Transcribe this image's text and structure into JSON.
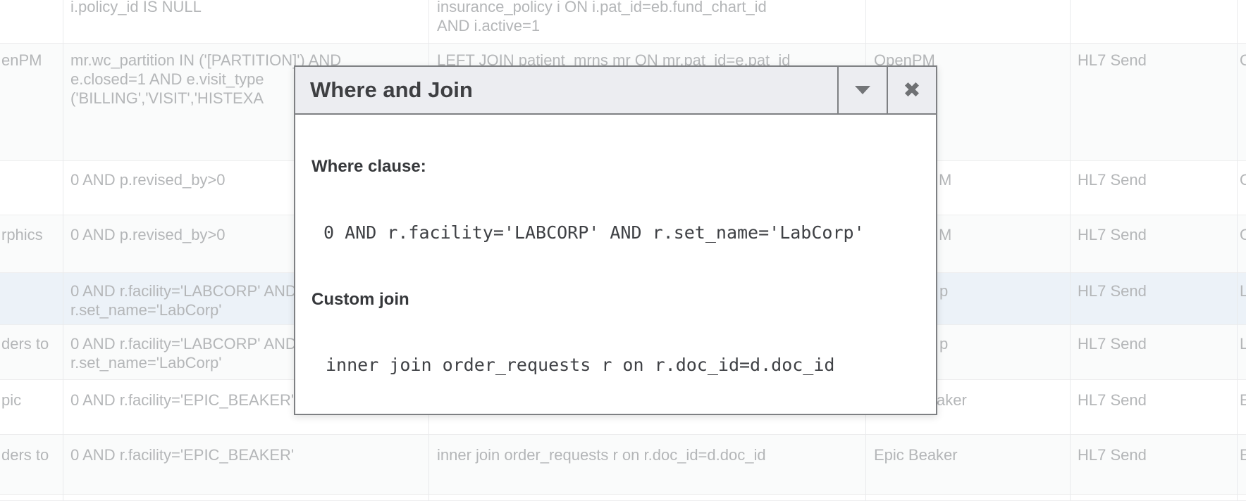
{
  "dialog": {
    "title": "Where and Join",
    "where_label": "Where clause:",
    "where_value": "0 AND r.facility='LABCORP' AND r.set_name='LabCorp'",
    "join_label": "Custom join",
    "join_value": "inner join order_requests r on r.doc_id=d.doc_id",
    "minimize_icon": "caret-down-icon",
    "close_icon": "close-icon"
  },
  "table": {
    "rows": [
      {
        "name": "",
        "where": [
          "i.policy_id IS NULL"
        ],
        "join": [
          "insurance_policy i ON i.pat_id=eb.fund_chart_id",
          "AND i.active=1"
        ],
        "system": "",
        "action": "",
        "system2": "",
        "highlighted": false
      },
      {
        "name": "enPM",
        "where": [
          "mr.wc_partition IN ('[PARTITION]') AND",
          "e.closed=1 AND e.visit_type",
          "('BILLING','VISIT','HISTEXA"
        ],
        "join": [
          "LEFT JOIN patient_mrns mr ON mr.pat_id=e.pat_id"
        ],
        "system": "OpenPM",
        "action": "HL7 Send",
        "system2": "OpenPM",
        "highlighted": false
      },
      {
        "name": "",
        "where": [
          "0 AND p.revised_by>0"
        ],
        "join": [],
        "system": "M",
        "action": "HL7 Send",
        "system2": "OpenPM",
        "highlighted": false
      },
      {
        "name": "rphics",
        "where": [
          "0 AND p.revised_by>0"
        ],
        "join": [],
        "system": "M",
        "action": "HL7 Send",
        "system2": "OpenPM",
        "highlighted": false
      },
      {
        "name": "",
        "where": [
          "0 AND r.facility='LABCORP' AND",
          "r.set_name='LabCorp'"
        ],
        "join": [],
        "system": "p",
        "action": "HL7 Send",
        "system2": "LabCorp",
        "highlighted": true
      },
      {
        "name": "ders to",
        "where": [
          "0 AND r.facility='LABCORP' AND",
          "r.set_name='LabCorp'"
        ],
        "join": [],
        "system": "p",
        "action": "HL7 Send",
        "system2": "LabCorp",
        "highlighted": false
      },
      {
        "name": "pic",
        "where": [
          "0 AND r.facility='EPIC_BEAKER'"
        ],
        "join": [],
        "system": "aker",
        "action": "HL7 Send",
        "system2": "Epic Beaker",
        "highlighted": false
      },
      {
        "name": "ders to",
        "where": [
          "0 AND r.facility='EPIC_BEAKER'"
        ],
        "join": [
          "inner join order_requests r on r.doc_id=d.doc_id"
        ],
        "system": "Epic Beaker",
        "action": "HL7 Send",
        "system2": "Epic Beaker",
        "highlighted": false
      },
      {
        "name": "",
        "where": [],
        "join": [],
        "system": "",
        "action": "",
        "system2": "",
        "highlighted": false
      }
    ]
  },
  "colors": {
    "highlight_row": "#ecf2f8",
    "stripe_row": "#fafbfb",
    "table_text": "#b4b6b8",
    "dialog_header_bg": "#ecedf1",
    "dialog_border": "#7e8083",
    "dialog_title_text": "#3e3f42",
    "code_text": "#3f4145"
  }
}
